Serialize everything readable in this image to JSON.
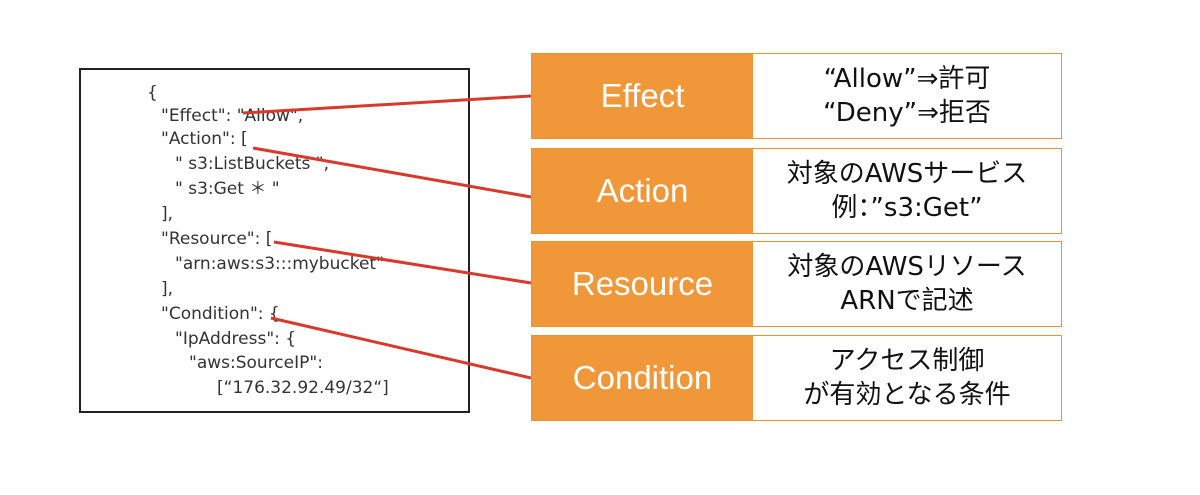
{
  "code": {
    "lines": [
      "{",
      "\"Effect\": \"Allow\",",
      "\"Action\": [",
      "\" s3:ListBuckets \",",
      "\" s3:Get ＊ \"",
      "],",
      "\"Resource\": [",
      "\"arn:aws:s3:::mybucket\"",
      "],",
      "\"Condition\": {",
      "\"IpAddress\": {",
      "\"aws:SourceIP\":",
      "[“176.32.92.49/32“]"
    ]
  },
  "rows": [
    {
      "key": "Effect",
      "desc": [
        "“Allow”⇒許可",
        "“Deny”⇒拒否"
      ]
    },
    {
      "key": "Action",
      "desc": [
        "対象のAWSサービス",
        "例：”s3:Get”"
      ]
    },
    {
      "key": "Resource",
      "desc": [
        "対象のAWSリソース",
        "ARNで記述"
      ]
    },
    {
      "key": "Condition",
      "desc": [
        "アクセス制御",
        "が有効となる条件"
      ]
    }
  ],
  "colors": {
    "accent": "#f0973a",
    "connector": "#d8392b",
    "border": "#222222"
  }
}
